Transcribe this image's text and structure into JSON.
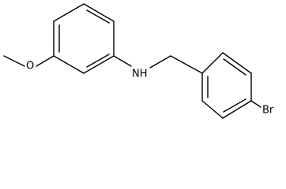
{
  "molecule": {
    "atoms": {
      "methoxy_oxygen": "O",
      "amine": "NH",
      "bromine": "Br"
    },
    "colors": {
      "bond": "#000000",
      "background": "#ffffff"
    }
  }
}
